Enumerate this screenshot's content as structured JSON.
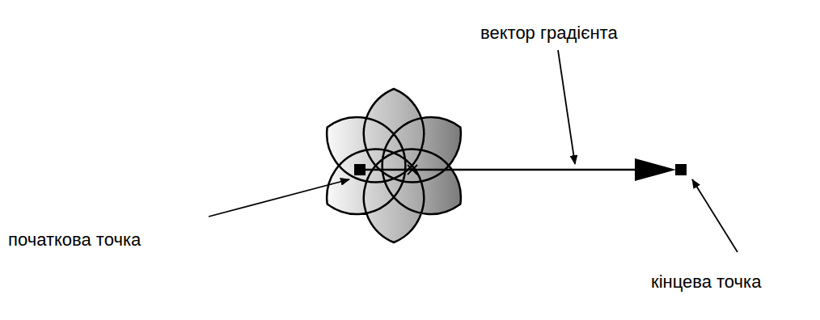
{
  "diagram": {
    "labels": [
      "вектор градієнта",
      "початкова точка",
      "кінцева точка"
    ]
  }
}
